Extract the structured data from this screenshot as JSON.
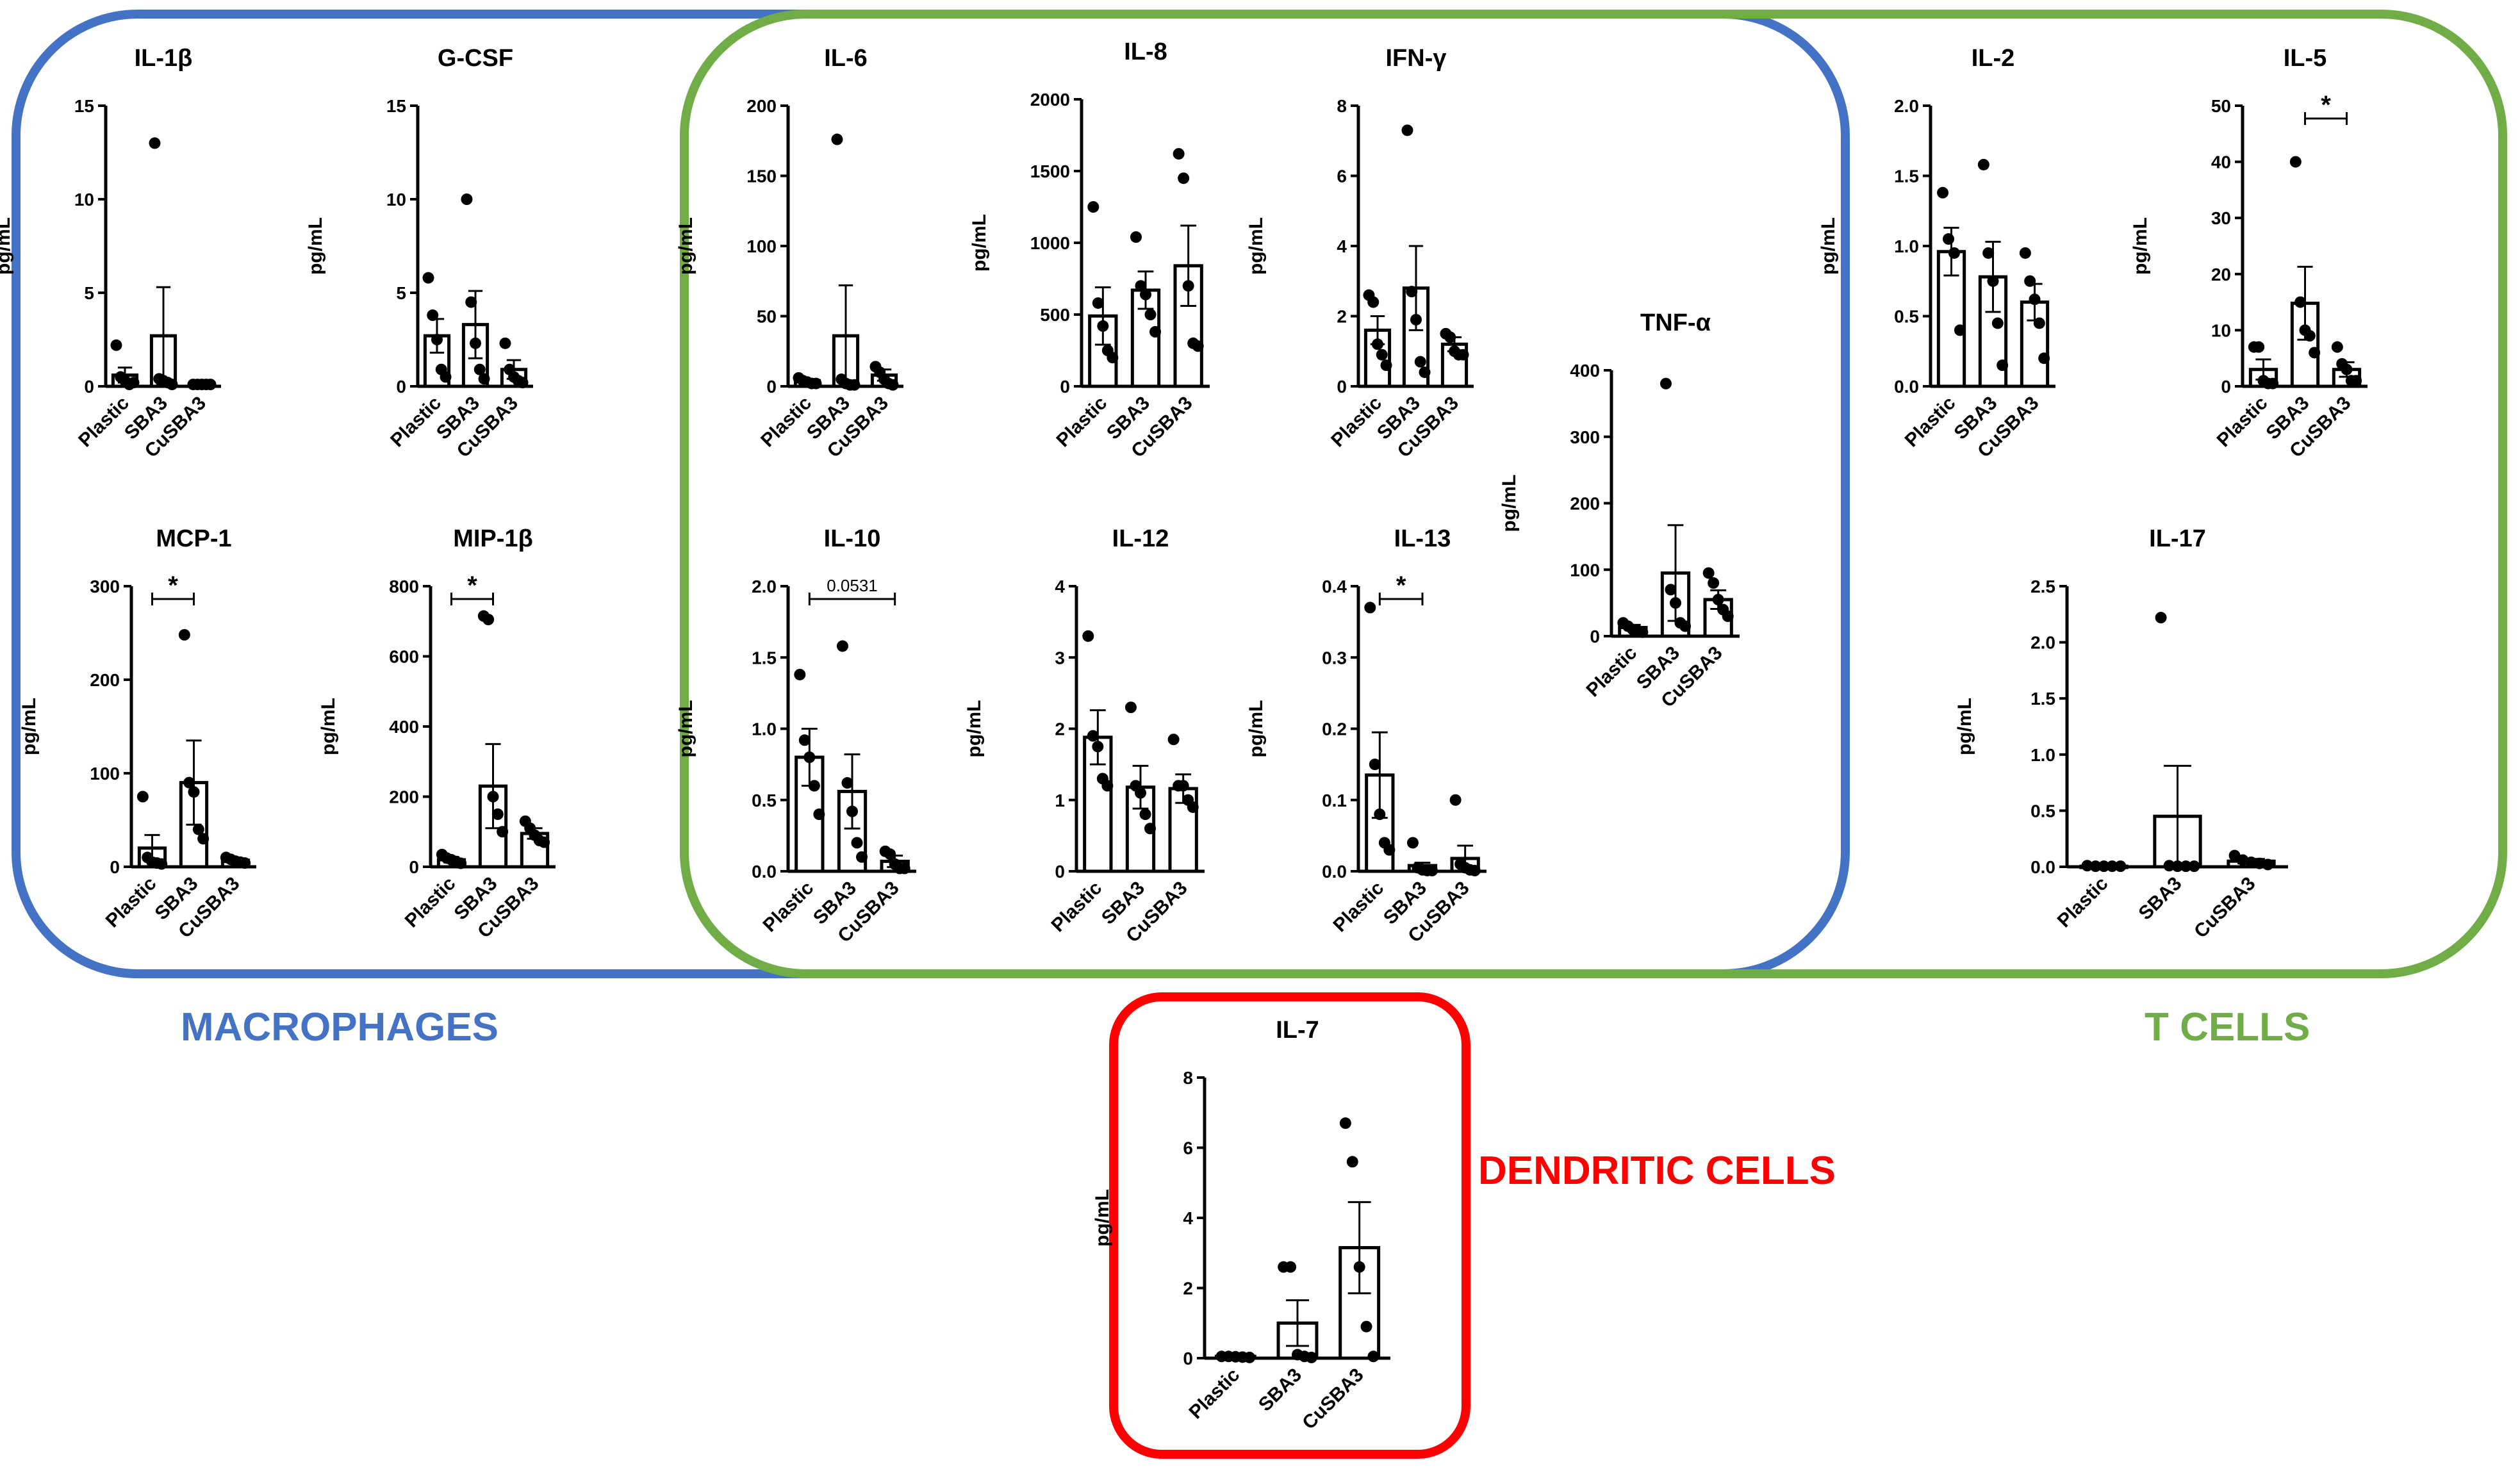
{
  "colors": {
    "macrophages": "#4472c4",
    "t_cells": "#70ad47",
    "dendritic": "#ff0000",
    "ink": "#000000"
  },
  "groups": {
    "macrophages": "MACROPHAGES",
    "t_cells": "T CELLS",
    "dendritic": "DENDRITIC CELLS"
  },
  "chart_data": [
    {
      "id": "il1b",
      "type": "bar",
      "title": "IL-1β",
      "ylabel": "pg/mL",
      "categories": [
        "Plastic",
        "SBA3",
        "CuSBA3"
      ],
      "ylim": [
        0,
        15
      ],
      "yticks": [
        0,
        5,
        10,
        15
      ],
      "tick_labels": [
        "0",
        "5",
        "10",
        "15"
      ],
      "values": [
        0.6,
        2.7,
        0.1
      ],
      "errors": [
        0.4,
        2.6,
        0.05
      ],
      "points": [
        [
          2.2,
          0.5,
          0.3,
          0.1,
          0.2
        ],
        [
          13,
          0.4,
          0.3,
          0.2,
          0.1
        ],
        [
          0.1,
          0.1,
          0.1,
          0.1,
          0.1
        ]
      ]
    },
    {
      "id": "gcsf",
      "type": "bar",
      "title": "G-CSF",
      "ylabel": "pg/mL",
      "categories": [
        "Plastic",
        "SBA3",
        "CuSBA3"
      ],
      "ylim": [
        0,
        15
      ],
      "yticks": [
        0,
        5,
        10,
        15
      ],
      "tick_labels": [
        "0",
        "5",
        "10",
        "15"
      ],
      "values": [
        2.7,
        3.3,
        0.9
      ],
      "errors": [
        0.9,
        1.8,
        0.5
      ],
      "points": [
        [
          5.8,
          3.8,
          2.5,
          0.9,
          0.5
        ],
        [
          10,
          4.5,
          2.3,
          0.9,
          0.4
        ],
        [
          2.3,
          0.9,
          0.5,
          0.3,
          0.2
        ]
      ]
    },
    {
      "id": "il6",
      "type": "bar",
      "title": "IL-6",
      "ylabel": "pg/mL",
      "categories": [
        "Plastic",
        "SBA3",
        "CuSBA3"
      ],
      "ylim": [
        0,
        200
      ],
      "yticks": [
        0,
        50,
        100,
        150,
        200
      ],
      "tick_labels": [
        "0",
        "50",
        "100",
        "150",
        "200"
      ],
      "values": [
        4,
        36,
        8
      ],
      "errors": [
        1,
        36,
        4
      ],
      "points": [
        [
          6,
          4,
          3,
          2,
          2
        ],
        [
          176,
          5,
          2,
          1,
          1
        ],
        [
          14,
          10,
          5,
          2,
          1
        ]
      ]
    },
    {
      "id": "il8",
      "type": "bar",
      "title": "IL-8",
      "ylabel": "pg/mL",
      "categories": [
        "Plastic",
        "SBA3",
        "CuSBA3"
      ],
      "ylim": [
        0,
        2000
      ],
      "yticks": [
        0,
        500,
        1000,
        1500,
        2000
      ],
      "tick_labels": [
        "0",
        "500",
        "1000",
        "1500",
        "2000"
      ],
      "values": [
        490,
        670,
        840
      ],
      "errors": [
        200,
        130,
        280
      ],
      "points": [
        [
          1250,
          580,
          420,
          250,
          200
        ],
        [
          1040,
          700,
          640,
          500,
          380
        ],
        [
          1620,
          1450,
          700,
          300,
          280
        ]
      ]
    },
    {
      "id": "ifng",
      "type": "bar",
      "title": "IFN-γ",
      "ylabel": "pg/mL",
      "categories": [
        "Plastic",
        "SBA3",
        "CuSBA3"
      ],
      "ylim": [
        0,
        8
      ],
      "yticks": [
        0,
        2,
        4,
        6,
        8
      ],
      "tick_labels": [
        "0",
        "2",
        "4",
        "6",
        "8"
      ],
      "values": [
        1.6,
        2.8,
        1.2
      ],
      "errors": [
        0.4,
        1.2,
        0.2
      ],
      "points": [
        [
          2.6,
          2.4,
          1.2,
          0.9,
          0.6
        ],
        [
          7.3,
          2.7,
          1.9,
          0.7,
          0.4
        ],
        [
          1.5,
          1.4,
          1.0,
          0.9,
          0.9
        ]
      ]
    },
    {
      "id": "il2",
      "type": "bar",
      "title": "IL-2",
      "ylabel": "pg/mL",
      "categories": [
        "Plastic",
        "SBA3",
        "CuSBA3"
      ],
      "ylim": [
        0,
        2.0
      ],
      "yticks": [
        0,
        0.5,
        1.0,
        1.5,
        2.0
      ],
      "tick_labels": [
        "0.0",
        "0.5",
        "1.0",
        "1.5",
        "2.0"
      ],
      "values": [
        0.96,
        0.78,
        0.6
      ],
      "errors": [
        0.17,
        0.25,
        0.13
      ],
      "points": [
        [
          1.38,
          1.05,
          0.95,
          0.4
        ],
        [
          1.58,
          0.95,
          0.75,
          0.45,
          0.15
        ],
        [
          0.95,
          0.75,
          0.62,
          0.45,
          0.2
        ]
      ]
    },
    {
      "id": "il5",
      "type": "bar",
      "title": "IL-5",
      "ylabel": "pg/mL",
      "categories": [
        "Plastic",
        "SBA3",
        "CuSBA3"
      ],
      "ylim": [
        0,
        50
      ],
      "yticks": [
        0,
        10,
        20,
        30,
        40,
        50
      ],
      "tick_labels": [
        "0",
        "10",
        "20",
        "30",
        "40",
        "50"
      ],
      "values": [
        3,
        14.8,
        3
      ],
      "errors": [
        1.8,
        6.5,
        1.3
      ],
      "points": [
        [
          7,
          7,
          1,
          0.5,
          0.5
        ],
        [
          40,
          15,
          10,
          9,
          6
        ],
        [
          7,
          4,
          3,
          1,
          1
        ]
      ],
      "sig": [
        {
          "a": 1,
          "b": 2,
          "label": "*"
        }
      ]
    },
    {
      "id": "tnfa",
      "type": "bar",
      "title": "TNF-α",
      "ylabel": "pg/mL",
      "categories": [
        "Plastic",
        "SBA3",
        "CuSBA3"
      ],
      "ylim": [
        0,
        400
      ],
      "yticks": [
        0,
        100,
        200,
        300,
        400
      ],
      "tick_labels": [
        "0",
        "100",
        "200",
        "300",
        "400"
      ],
      "values": [
        13,
        95,
        55
      ],
      "errors": [
        4,
        72,
        14
      ],
      "points": [
        [
          20,
          15,
          10,
          8,
          6
        ],
        [
          380,
          70,
          50,
          20,
          15
        ],
        [
          95,
          80,
          55,
          40,
          30
        ]
      ]
    },
    {
      "id": "mcp1",
      "type": "bar",
      "title": "MCP-1",
      "ylabel": "pg/mL",
      "categories": [
        "Plastic",
        "SBA3",
        "CuSBA3"
      ],
      "ylim": [
        0,
        300
      ],
      "yticks": [
        0,
        100,
        200,
        300
      ],
      "tick_labels": [
        "0",
        "100",
        "200",
        "300"
      ],
      "values": [
        20,
        90,
        7
      ],
      "errors": [
        14,
        45,
        2
      ],
      "points": [
        [
          75,
          10,
          5,
          4,
          3
        ],
        [
          248,
          90,
          80,
          40,
          30
        ],
        [
          10,
          8,
          6,
          5,
          4
        ]
      ],
      "sig": [
        {
          "a": 0,
          "b": 1,
          "label": "*"
        }
      ]
    },
    {
      "id": "mip1b",
      "type": "bar",
      "title": "MIP-1β",
      "ylabel": "pg/mL",
      "categories": [
        "Plastic",
        "SBA3",
        "CuSBA3"
      ],
      "ylim": [
        0,
        800
      ],
      "yticks": [
        0,
        200,
        400,
        600,
        800
      ],
      "tick_labels": [
        "0",
        "200",
        "400",
        "600",
        "800"
      ],
      "values": [
        20,
        230,
        95
      ],
      "errors": [
        8,
        120,
        15
      ],
      "points": [
        [
          35,
          25,
          20,
          15,
          10
        ],
        [
          715,
          705,
          200,
          150,
          100
        ],
        [
          130,
          110,
          90,
          75,
          70
        ]
      ],
      "sig": [
        {
          "a": 0,
          "b": 1,
          "label": "*"
        }
      ]
    },
    {
      "id": "il10",
      "type": "bar",
      "title": "IL-10",
      "ylabel": "pg/mL",
      "categories": [
        "Plastic",
        "SBA3",
        "CuSBA3"
      ],
      "ylim": [
        0,
        2.0
      ],
      "yticks": [
        0,
        0.5,
        1.0,
        1.5,
        2.0
      ],
      "tick_labels": [
        "0.0",
        "0.5",
        "1.0",
        "1.5",
        "2.0"
      ],
      "values": [
        0.8,
        0.56,
        0.07
      ],
      "errors": [
        0.2,
        0.26,
        0.04
      ],
      "points": [
        [
          1.38,
          0.92,
          0.8,
          0.6,
          0.4
        ],
        [
          1.58,
          0.62,
          0.42,
          0.2,
          0.1
        ],
        [
          0.14,
          0.12,
          0.05,
          0.02,
          0.02
        ]
      ],
      "sig": [
        {
          "a": 0,
          "b": 2,
          "label": "0.0531"
        }
      ]
    },
    {
      "id": "il12",
      "type": "bar",
      "title": "IL-12",
      "ylabel": "pg/mL",
      "categories": [
        "Plastic",
        "SBA3",
        "CuSBA3"
      ],
      "ylim": [
        0,
        4
      ],
      "yticks": [
        0,
        1,
        2,
        3,
        4
      ],
      "tick_labels": [
        "0",
        "1",
        "2",
        "3",
        "4"
      ],
      "values": [
        1.88,
        1.18,
        1.16
      ],
      "errors": [
        0.38,
        0.3,
        0.2
      ],
      "points": [
        [
          3.3,
          1.9,
          1.75,
          1.3,
          1.2
        ],
        [
          2.3,
          1.2,
          1.1,
          0.8,
          0.6
        ],
        [
          1.85,
          1.2,
          1.2,
          1.0,
          0.9
        ]
      ]
    },
    {
      "id": "il13",
      "type": "bar",
      "title": "IL-13",
      "ylabel": "pg/mL",
      "categories": [
        "Plastic",
        "SBA3",
        "CuSBA3"
      ],
      "ylim": [
        0,
        0.4
      ],
      "yticks": [
        0,
        0.1,
        0.2,
        0.3,
        0.4
      ],
      "tick_labels": [
        "0.0",
        "0.1",
        "0.2",
        "0.3",
        "0.4"
      ],
      "values": [
        0.135,
        0.008,
        0.018
      ],
      "errors": [
        0.06,
        0.004,
        0.018
      ],
      "points": [
        [
          0.37,
          0.15,
          0.08,
          0.04,
          0.03
        ],
        [
          0.04,
          0.005,
          0.002,
          0.001,
          0.001
        ],
        [
          0.1,
          0.01,
          0.005,
          0.002,
          0.001
        ]
      ],
      "sig": [
        {
          "a": 0,
          "b": 1,
          "label": "*"
        }
      ]
    },
    {
      "id": "il17",
      "type": "bar",
      "title": "IL-17",
      "ylabel": "pg/mL",
      "categories": [
        "Plastic",
        "SBA3",
        "CuSBA3"
      ],
      "ylim": [
        0,
        2.5
      ],
      "yticks": [
        0,
        0.5,
        1.0,
        1.5,
        2.0,
        2.5
      ],
      "tick_labels": [
        "0.0",
        "0.5",
        "1.0",
        "1.5",
        "2.0",
        "2.5"
      ],
      "values": [
        0.005,
        0.45,
        0.05
      ],
      "errors": [
        0.003,
        0.45,
        0.02
      ],
      "points": [
        [
          0.01,
          0.005,
          0.005,
          0.005,
          0.005
        ],
        [
          2.22,
          0.01,
          0.005,
          0.005,
          0.005
        ],
        [
          0.1,
          0.06,
          0.04,
          0.03,
          0.02
        ]
      ]
    },
    {
      "id": "il7",
      "type": "bar",
      "title": "IL-7",
      "ylabel": "pg/mL",
      "categories": [
        "Plastic",
        "SBA3",
        "CuSBA3"
      ],
      "ylim": [
        0,
        8
      ],
      "yticks": [
        0,
        2,
        4,
        6,
        8
      ],
      "tick_labels": [
        "0",
        "2",
        "4",
        "6",
        "8"
      ],
      "values": [
        0.05,
        1.0,
        3.15
      ],
      "errors": [
        0.02,
        0.65,
        1.3
      ],
      "points": [
        [
          0.05,
          0.05,
          0.04,
          0.03,
          0.02
        ],
        [
          2.6,
          2.6,
          0.1,
          0.05,
          0.02
        ],
        [
          6.7,
          5.6,
          2.6,
          0.9,
          0.05
        ]
      ]
    }
  ]
}
